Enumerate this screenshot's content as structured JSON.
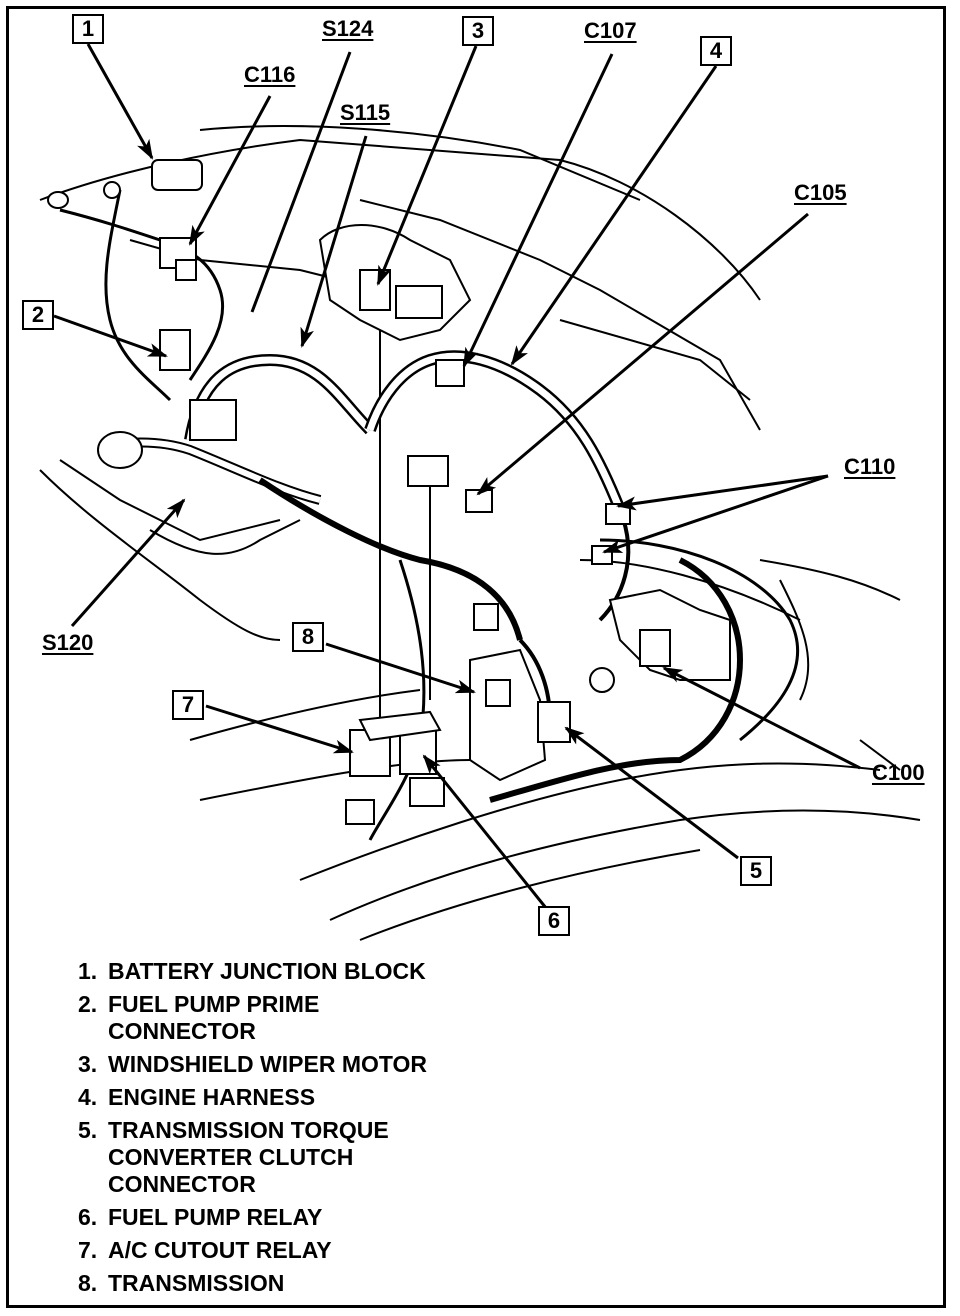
{
  "callouts": [
    {
      "id": "1",
      "label": "1"
    },
    {
      "id": "2",
      "label": "2"
    },
    {
      "id": "3",
      "label": "3"
    },
    {
      "id": "4",
      "label": "4"
    },
    {
      "id": "5",
      "label": "5"
    },
    {
      "id": "6",
      "label": "6"
    },
    {
      "id": "7",
      "label": "7"
    },
    {
      "id": "8",
      "label": "8"
    }
  ],
  "connectors": {
    "s124": "S124",
    "c116": "C116",
    "s115": "S115",
    "c107": "C107",
    "c105": "C105",
    "c110": "C110",
    "s120": "S120",
    "c100": "C100"
  },
  "legend": [
    {
      "num": "1.",
      "text": "BATTERY JUNCTION BLOCK"
    },
    {
      "num": "2.",
      "text": "FUEL PUMP PRIME\nCONNECTOR"
    },
    {
      "num": "3.",
      "text": "WINDSHIELD WIPER MOTOR"
    },
    {
      "num": "4.",
      "text": "ENGINE HARNESS"
    },
    {
      "num": "5.",
      "text": "TRANSMISSION TORQUE\nCONVERTER CLUTCH\nCONNECTOR"
    },
    {
      "num": "6.",
      "text": "FUEL PUMP RELAY"
    },
    {
      "num": "7.",
      "text": "A/C CUTOUT RELAY"
    },
    {
      "num": "8.",
      "text": "TRANSMISSION"
    }
  ],
  "colors": {
    "ink": "#000000",
    "paper": "#ffffff"
  }
}
